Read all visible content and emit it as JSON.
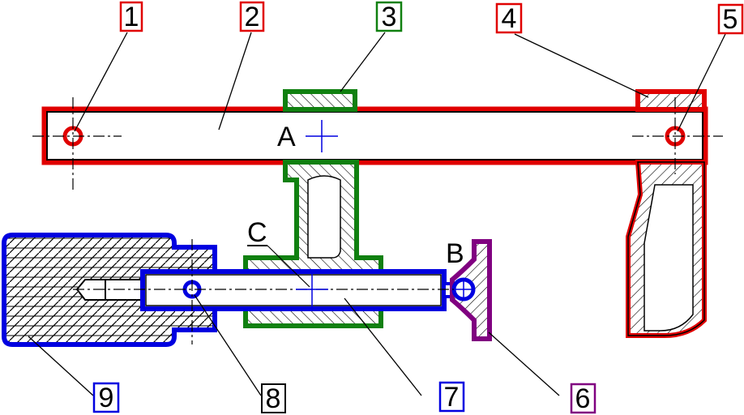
{
  "parts": [
    {
      "number": "1",
      "color": "#e00000"
    },
    {
      "number": "2",
      "color": "#e00000"
    },
    {
      "number": "3",
      "color": "#108010"
    },
    {
      "number": "4",
      "color": "#e00000"
    },
    {
      "number": "5",
      "color": "#e00000"
    },
    {
      "number": "6",
      "color": "#800080"
    },
    {
      "number": "7",
      "color": "#0000e0"
    },
    {
      "number": "8",
      "color": "#000000"
    },
    {
      "number": "9",
      "color": "#0000e0"
    }
  ],
  "points": {
    "a": "A",
    "b": "B",
    "c": "C"
  }
}
